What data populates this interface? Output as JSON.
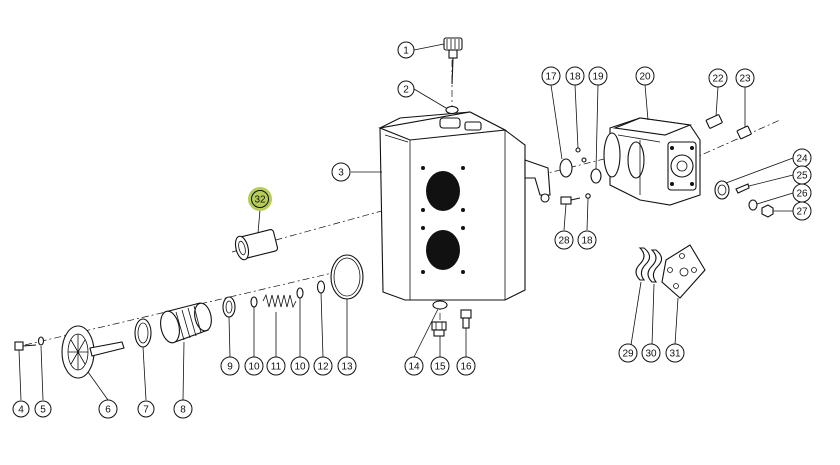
{
  "diagram": {
    "highlight_color": "#b5cc5a",
    "callouts": [
      {
        "id": "1",
        "label": "1",
        "highlight": false
      },
      {
        "id": "2",
        "label": "2",
        "highlight": false
      },
      {
        "id": "3",
        "label": "3",
        "highlight": false
      },
      {
        "id": "4",
        "label": "4",
        "highlight": false
      },
      {
        "id": "5",
        "label": "5",
        "highlight": false
      },
      {
        "id": "6",
        "label": "6",
        "highlight": false
      },
      {
        "id": "7",
        "label": "7",
        "highlight": false
      },
      {
        "id": "8",
        "label": "8",
        "highlight": false
      },
      {
        "id": "9",
        "label": "9",
        "highlight": false
      },
      {
        "id": "10a",
        "label": "10",
        "highlight": false
      },
      {
        "id": "11",
        "label": "11",
        "highlight": false
      },
      {
        "id": "10b",
        "label": "10",
        "highlight": false
      },
      {
        "id": "12",
        "label": "12",
        "highlight": false
      },
      {
        "id": "13",
        "label": "13",
        "highlight": false
      },
      {
        "id": "14",
        "label": "14",
        "highlight": false
      },
      {
        "id": "15",
        "label": "15",
        "highlight": false
      },
      {
        "id": "16",
        "label": "16",
        "highlight": false
      },
      {
        "id": "17",
        "label": "17",
        "highlight": false
      },
      {
        "id": "18a",
        "label": "18",
        "highlight": false
      },
      {
        "id": "19",
        "label": "19",
        "highlight": false
      },
      {
        "id": "20",
        "label": "20",
        "highlight": false
      },
      {
        "id": "22",
        "label": "22",
        "highlight": false
      },
      {
        "id": "23",
        "label": "23",
        "highlight": false
      },
      {
        "id": "24",
        "label": "24",
        "highlight": false
      },
      {
        "id": "25",
        "label": "25",
        "highlight": false
      },
      {
        "id": "26",
        "label": "26",
        "highlight": false
      },
      {
        "id": "27",
        "label": "27",
        "highlight": false
      },
      {
        "id": "28",
        "label": "28",
        "highlight": false
      },
      {
        "id": "18b",
        "label": "18",
        "highlight": false
      },
      {
        "id": "29",
        "label": "29",
        "highlight": false
      },
      {
        "id": "30",
        "label": "30",
        "highlight": false
      },
      {
        "id": "31",
        "label": "31",
        "highlight": false
      },
      {
        "id": "32",
        "label": "32",
        "highlight": true
      }
    ]
  }
}
